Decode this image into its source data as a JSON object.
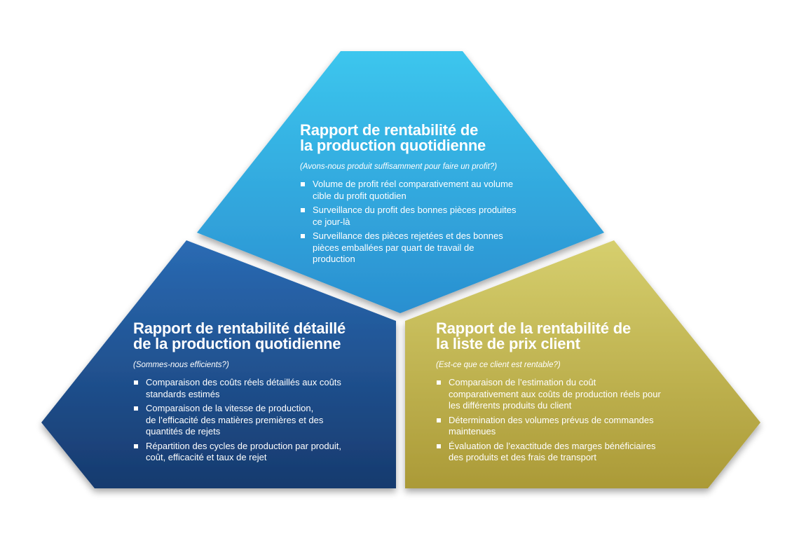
{
  "colors": {
    "top_light": "#3cc6ee",
    "top_dark": "#2a8fd0",
    "left_light": "#2a6bb4",
    "left_dark": "#173a6e",
    "right_light": "#d6cf6e",
    "right_dark": "#ab9a37"
  },
  "panels": {
    "top": {
      "title_lines": [
        "Rapport de rentabilité de",
        "la production quotidienne"
      ],
      "subtitle": "(Avons-nous produit suffisamment pour faire un profit?)",
      "bullets": [
        [
          "Volume de profit réel comparativement au volume",
          "cible du profit quotidien"
        ],
        [
          "Surveillance du profit des bonnes pièces produites",
          "ce jour-là"
        ],
        [
          "Surveillance des pièces rejetées et des bonnes",
          "pièces emballées par quart de travail de",
          "production"
        ]
      ]
    },
    "left": {
      "title_lines": [
        "Rapport de rentabilité détaillé",
        "de la production quotidienne"
      ],
      "subtitle": "(Sommes-nous efficients?)",
      "bullets": [
        [
          "Comparaison des coûts réels détaillés aux coûts",
          "standards estimés"
        ],
        [
          "Comparaison de la vitesse de production,",
          "de l’efficacité des matières premières et des",
          "quantités de rejets"
        ],
        [
          "Répartition des cycles de production par produit,",
          "coût, efficacité et taux de rejet"
        ]
      ]
    },
    "right": {
      "title_lines": [
        "Rapport de la rentabilité de",
        "la liste de prix client"
      ],
      "subtitle": "(Est-ce que ce client est rentable?)",
      "bullets": [
        [
          "Comparaison de l’estimation du coût",
          "comparativement aux coûts de production réels pour",
          "les différents produits du client"
        ],
        [
          "Détermination des volumes prévus de commandes",
          "maintenues"
        ],
        [
          "Évaluation de l’exactitude des marges bénéficiaires",
          "des produits et des frais de transport"
        ]
      ]
    }
  }
}
